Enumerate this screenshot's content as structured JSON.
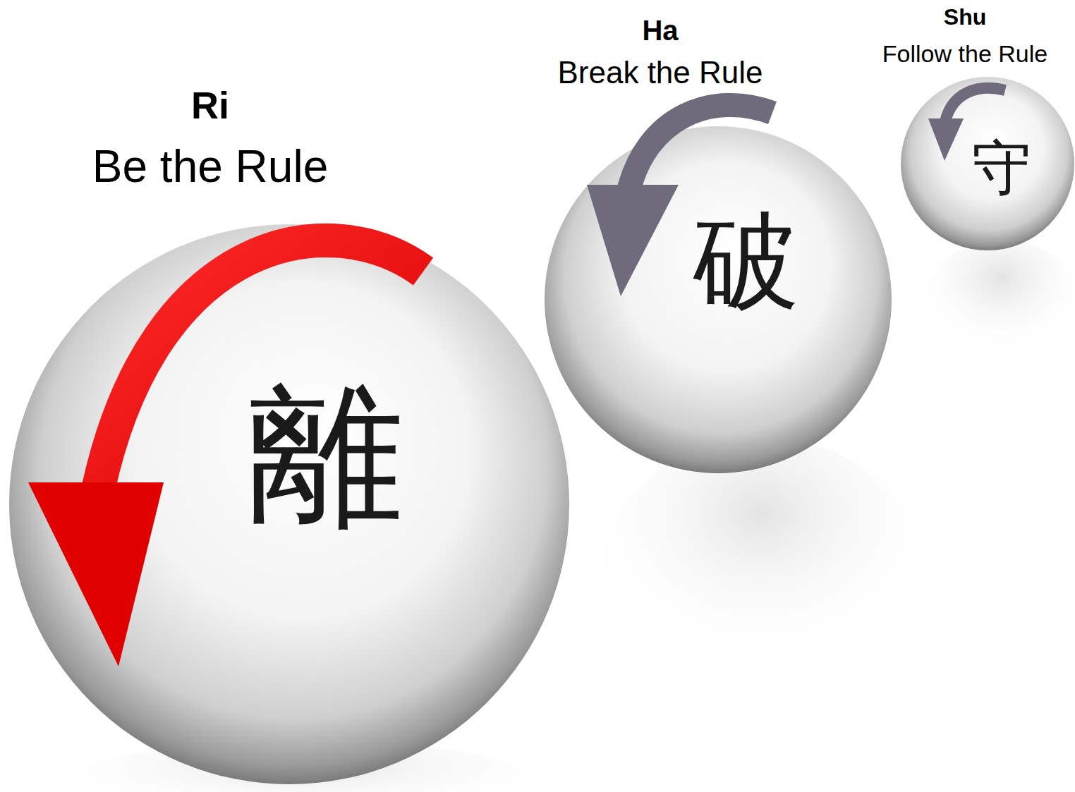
{
  "diagram": {
    "nodes": [
      {
        "text": [
          "Ri",
          "Be the Rule",
          "離"
        ]
      },
      {
        "text": [
          "Ha",
          "Break the Rule",
          "破"
        ]
      },
      {
        "text": [
          "Shu",
          "Follow the Rule",
          "守"
        ]
      }
    ]
  }
}
